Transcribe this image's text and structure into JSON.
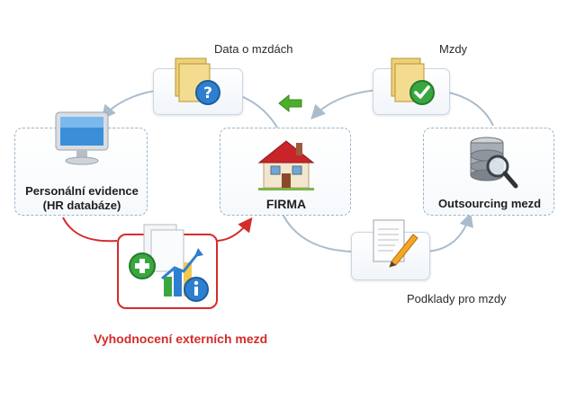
{
  "labels": {
    "top_left": "Data o mzdách",
    "top_right": "Mzdy",
    "firma": "FIRMA",
    "hr_line1": "Personální evidence",
    "hr_line2": "(HR databáze)",
    "outsourcing": "Outsourcing mezd",
    "podklady": "Podklady pro mzdy",
    "vyhodnoceni": "Vyhodnocení externích mezd"
  },
  "colors": {
    "flow_arrow": "#a9bccd",
    "red_flow": "#d42c2c",
    "green_arrow": "#4caf2a",
    "dashed_border": "#9bb3c7"
  },
  "icons": {
    "folder_question": "folder-question-icon",
    "folder_check": "folder-check-icon",
    "monitor": "computer-monitor-icon",
    "house": "house-icon",
    "database": "database-search-icon",
    "document": "document-pencil-icon",
    "report": "report-add-chart-info-icon",
    "green_arrow": "green-arrow-left-icon"
  }
}
